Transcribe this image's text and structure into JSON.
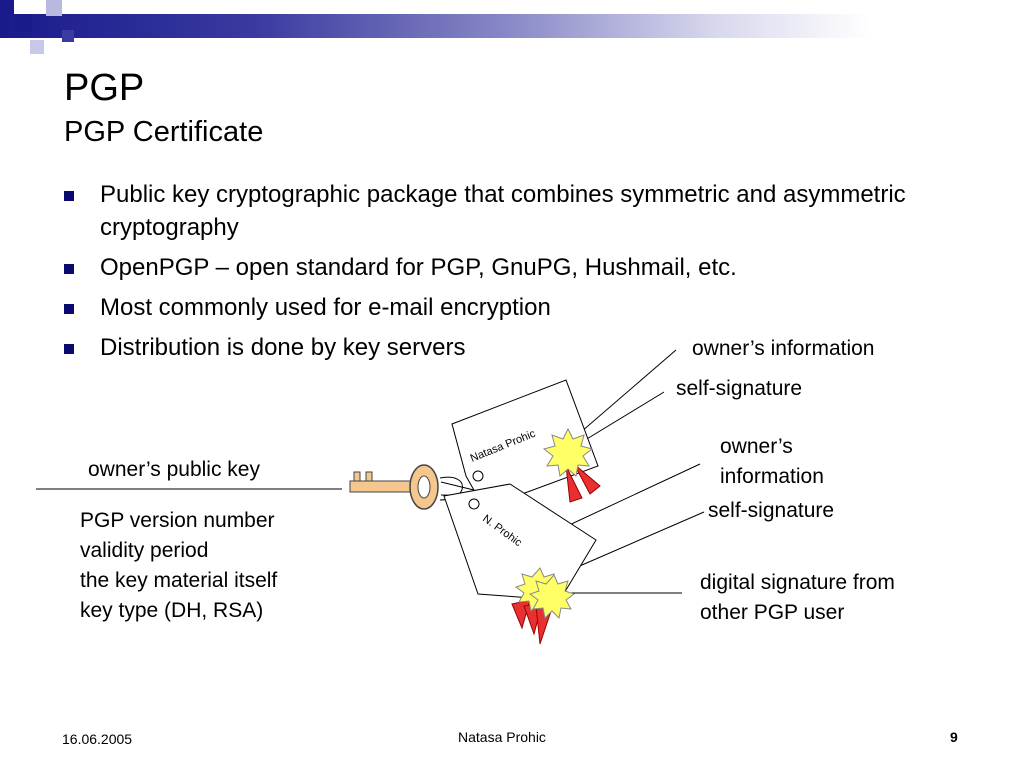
{
  "slide": {
    "title": "PGP",
    "subtitle": "PGP Certificate",
    "bullets": [
      "Public key cryptographic package that combines symmetric and asymmetric cryptography",
      "OpenPGP – open standard for PGP, GnuPG, Hushmail, etc.",
      "Most commonly used for e-mail encryption",
      "Distribution is done by key servers"
    ]
  },
  "diagram": {
    "owner_public_key": "owner’s public key",
    "key_fields": [
      "PGP version number",
      "validity period",
      "the key material itself",
      "key type (DH, RSA)"
    ],
    "upper_tag_text": "Natasa Prohic",
    "lower_tag_text": "N. Prohic",
    "labels": {
      "owner_info_1": "owner’s information",
      "self_signature_1": "self-signature",
      "owner_info_2_line1": "owner’s",
      "owner_info_2_line2": "information",
      "self_signature_2": "self-signature",
      "digital_signature_line1": "digital signature from",
      "digital_signature_line2": "other PGP user"
    },
    "colors": {
      "key": "#f5c78f",
      "seal": "#ffff66",
      "ribbon": "#e83030",
      "accent": "#0a0a6e"
    }
  },
  "footer": {
    "date": "16.06.2005",
    "author": "Natasa Prohic",
    "page": "9"
  }
}
